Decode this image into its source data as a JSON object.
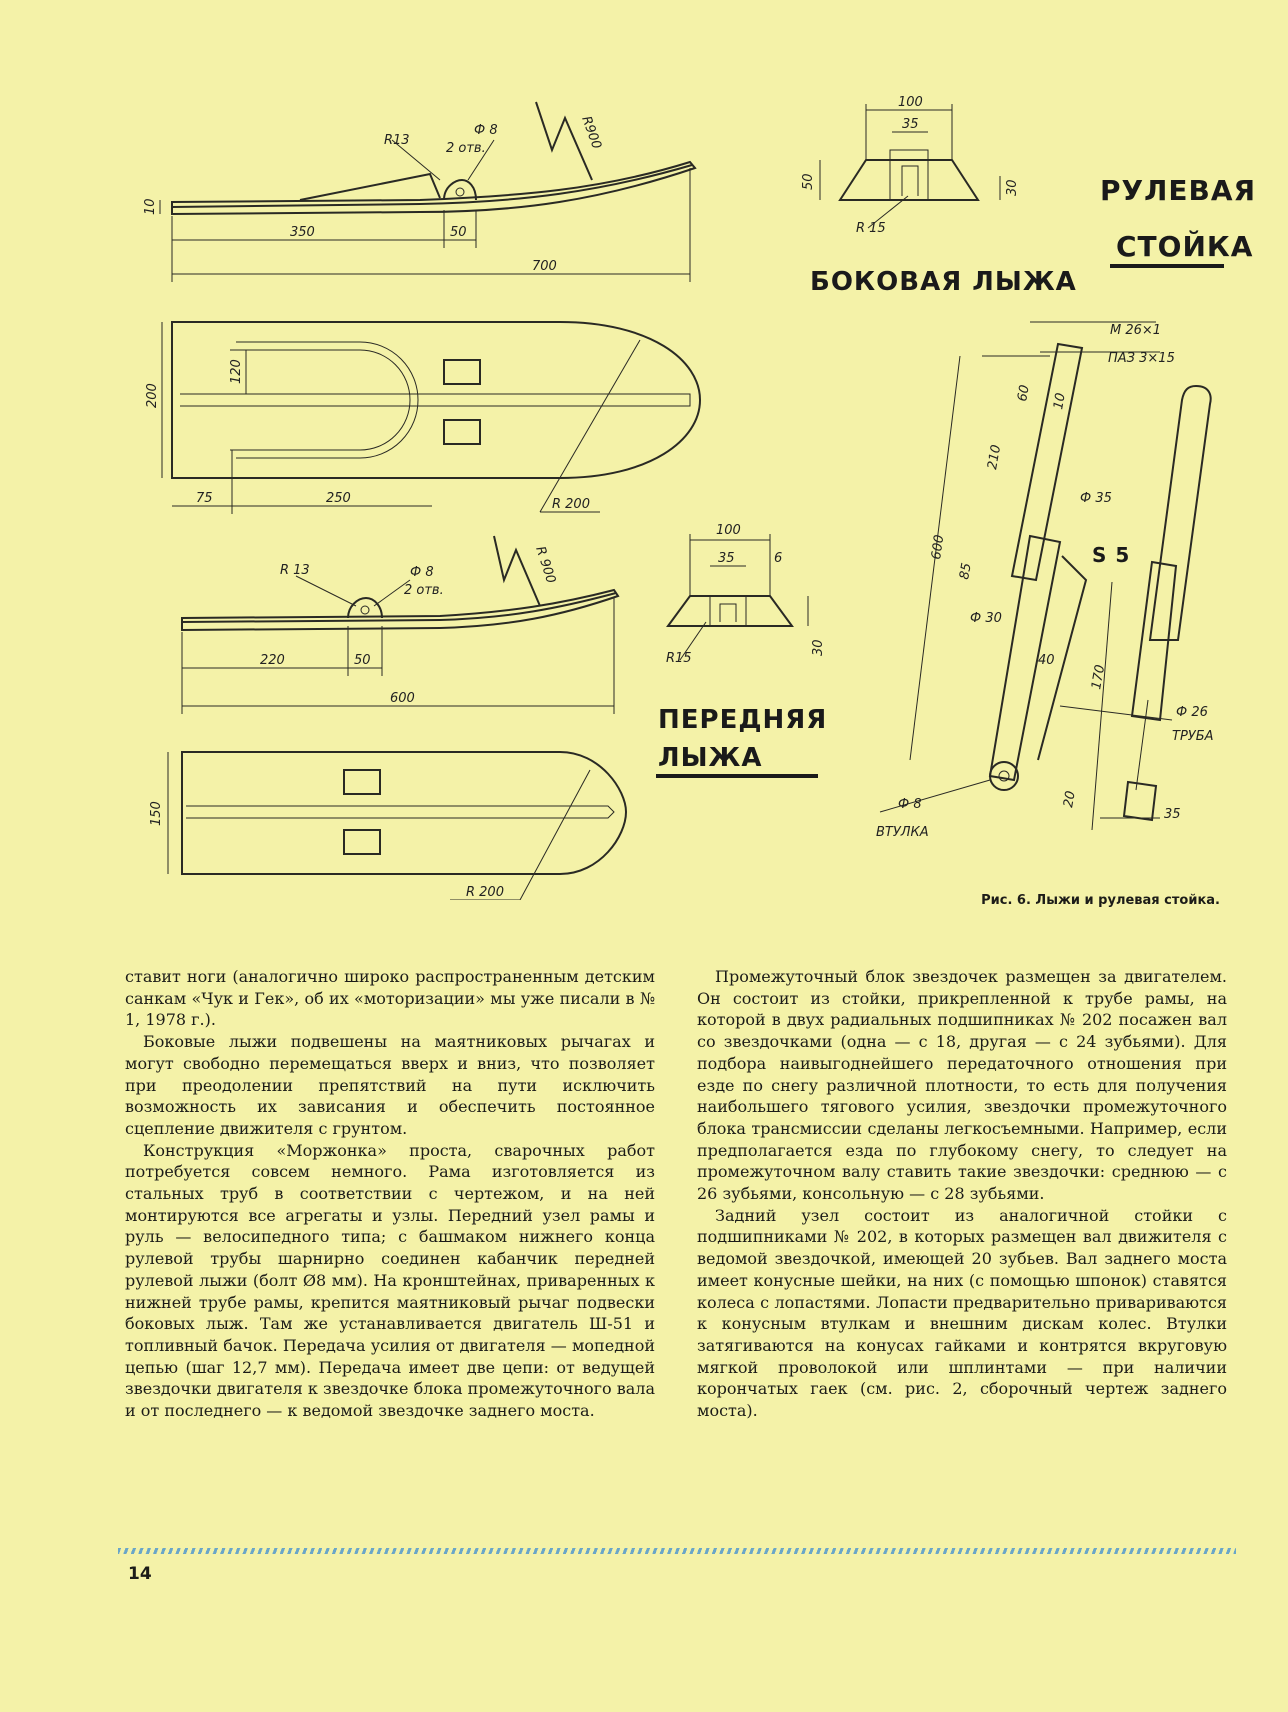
{
  "drawing": {
    "side_ski": {
      "title": "БОКОВАЯ ЛЫЖА",
      "labels": [
        "R13",
        "Ф 8",
        "2 отв.",
        "R900",
        "10",
        "350",
        "50",
        "700",
        "200",
        "120",
        "75",
        "250",
        "R 200"
      ]
    },
    "side_ski_section": {
      "labels": [
        "100",
        "35",
        "50",
        "30",
        "R 15"
      ]
    },
    "front_ski": {
      "title_line1": "ПЕРЕДНЯЯ",
      "title_line2": "ЛЫЖА",
      "labels": [
        "R 13",
        "Ф 8",
        "2 отв.",
        "R 900",
        "220",
        "50",
        "600",
        "150",
        "R 200"
      ]
    },
    "front_ski_section": {
      "labels": [
        "100",
        "35",
        "6",
        "30",
        "R15"
      ]
    },
    "steering_post": {
      "title_line1": "РУЛЕВАЯ",
      "title_line2": "СТОЙКА",
      "labels": [
        "М 26×1",
        "ПАЗ 3×15",
        "60",
        "10",
        "210",
        "Ф 35",
        "600",
        "85",
        "S 5",
        "Ф 30",
        "40",
        "170",
        "Ф 26",
        "ТРУБА",
        "Ф 8",
        "ВТУЛКА",
        "20",
        "35"
      ]
    }
  },
  "caption": "Рис. 6. Лыжи и рулевая стойка.",
  "text": {
    "col1": [
      "ставит ноги (аналогично широко распространенным детским санкам «Чук и Гек», об их «моторизации» мы уже писали в № 1, 1978 г.).",
      "Боковые лыжи подвешены на маятниковых рычагах и могут свободно перемещаться вверх и вниз, что позволяет при преодолении препятствий на пути исключить возможность их зависания и обеспечить постоянное сцепление движителя с грунтом.",
      "Конструкция «Моржонка» проста, сварочных работ потребуется совсем немного. Рама изготовляется из стальных труб в соответствии с чертежом, и на ней монтируются все агрегаты и узлы. Передний узел рамы и руль — велосипедного типа; с башмаком нижнего конца рулевой трубы шарнирно соединен кабанчик передней рулевой лыжи (болт Ø8 мм). На кронштейнах, приваренных к нижней трубе рамы, крепится маятниковый рычаг подвески боковых лыж. Там же устанавливается двигатель Ш-51 и топливный бачок. Передача усилия от двигателя — мопедной цепью (шаг 12,7 мм). Передача имеет две цепи: от ведущей звездочки двигателя к звездочке блока промежуточного вала и от последнего — к ведомой звездочке заднего моста."
    ],
    "col2": [
      "Промежуточный блок звездочек размещен за двигателем. Он состоит из стойки, прикрепленной к трубе рамы, на которой в двух радиальных подшипниках № 202 посажен вал со звездочками (одна — с 18, другая — с 24 зубьями). Для подбора наивыгоднейшего передаточного отношения при езде по снегу различной плотности, то есть для получения наибольшего тягового усилия, звездочки промежуточного блока трансмиссии сделаны легкосъемными. Например, если предполагается езда по глубокому снегу, то следует на промежуточном валу ставить такие звездочки: среднюю — с 26 зубьями, консольную — с 28 зубьями.",
      "Задний узел состоит из аналогичной стойки с подшипниками № 202, в которых размещен вал движителя с ведомой звездочкой, имеющей 20 зубьев. Вал заднего моста имеет конусные шейки, на них (с помощью шпонок) ставятся колеса с лопастями. Лопасти предварительно привариваются к конусным втулкам и внешним дискам колес. Втулки затягиваются на конусах гайками и контрятся вкруговую мягкой проволокой или шплинтами — при наличии корончатых гаек (см. рис. 2, сборочный чертеж заднего моста)."
    ]
  },
  "page_number": "14"
}
